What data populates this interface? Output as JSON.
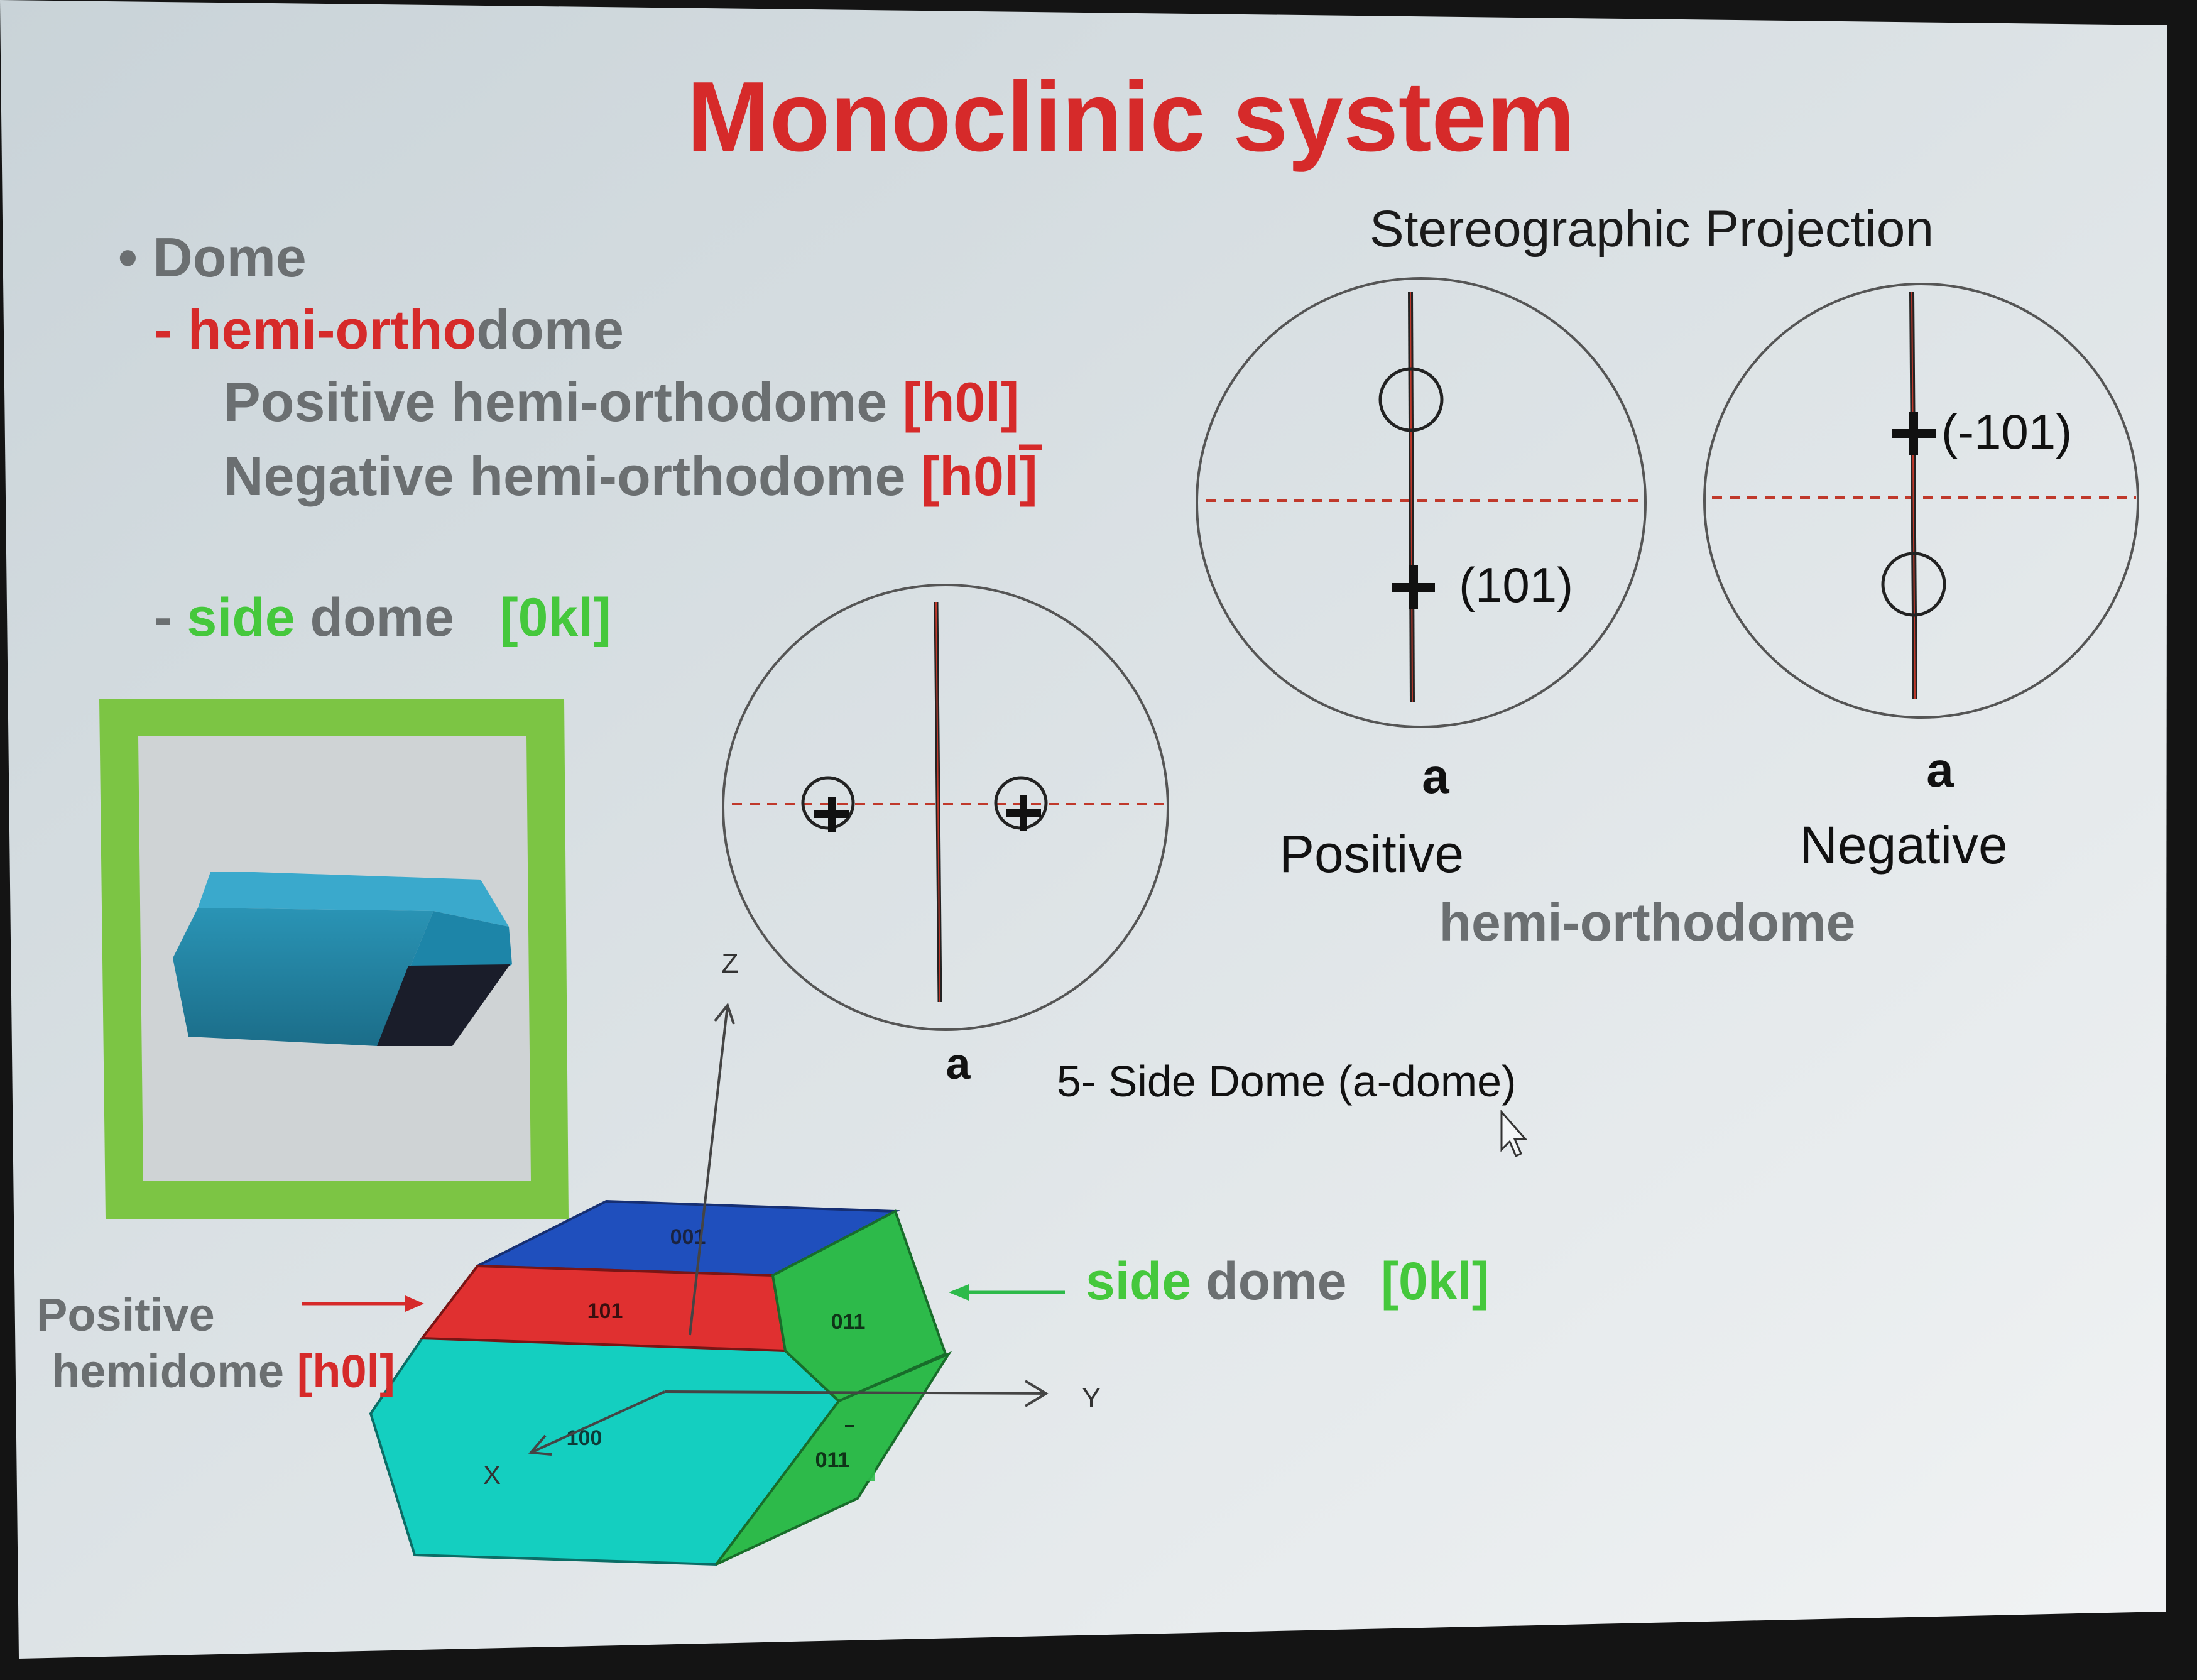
{
  "slide": {
    "title": "Monoclinic system",
    "bullet": "• Dome",
    "hemi_orthodome": {
      "dash": "- ",
      "red_part": "hemi-ortho",
      "grey_part": "dome",
      "positive_label": "Positive hemi-orthodome ",
      "positive_index": "[h0l]",
      "negative_label": "Negative hemi-orthodome ",
      "negative_index": "[h0l]"
    },
    "side_dome_heading": {
      "dash": "- ",
      "green_part": "side",
      "grey_part": " dome  ",
      "index": "[0kl]"
    },
    "stereographic_projection": {
      "title": "Stereographic Projection",
      "positive": {
        "pole_label": "(101)",
        "axis_label": "a",
        "caption": "Positive"
      },
      "negative": {
        "pole_label": "(-101)",
        "axis_label": "a",
        "caption": "Negative"
      },
      "group_caption": "hemi-orthodome"
    },
    "side_dome_projection": {
      "axis_label": "a",
      "caption": "5- Side Dome (a-dome)"
    },
    "crystal": {
      "face_labels": [
        "001",
        "101",
        "011",
        "100",
        "011"
      ],
      "axis_labels": {
        "z": "Z",
        "y": "Y",
        "x": "X"
      },
      "left_callout": {
        "line1": "Positive",
        "line2": "hemidome ",
        "index": "[h0l]"
      },
      "right_callout": {
        "green_part": "side",
        "grey_part": " dome  ",
        "index": "[0kl]"
      }
    },
    "colors": {
      "title_red": "#d62a2a",
      "grey_text": "#6b6f71",
      "green_text": "#45c83c",
      "frame_green": "#7cc544",
      "face_top": "#1f4fbd",
      "face_front": "#e03030",
      "face_side": "#2dba4a",
      "face_main": "#14cfc0",
      "prism": "#1f7f9e"
    }
  }
}
